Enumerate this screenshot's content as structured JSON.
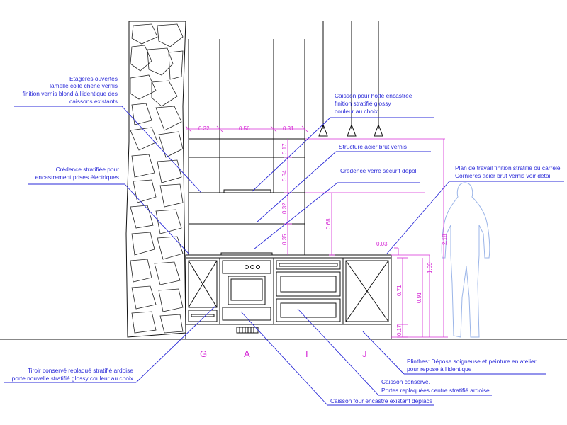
{
  "notes": {
    "etageres": [
      "Etagères ouvertes",
      "lamellé collé chêne vernis",
      "finition vernis blond à l'identique des",
      "caissons existants"
    ],
    "caisson_hotte": [
      "Caisson pour hotte encastrée",
      "finition stratifié glossy",
      "couleur au choix"
    ],
    "structure": [
      "Structure acier brut vernis"
    ],
    "credence_verre": [
      "Crédence verre sécurit dépoli"
    ],
    "credence_strat": [
      "Crédence stratifiée pour",
      "encastrement prises électriques"
    ],
    "plan_travail": [
      "Plan de travail finition stratifié ou carrelé",
      "Cornières acier brut vernis voir détail"
    ],
    "tiroir": [
      "Tiroir conservé replaqué stratifié ardoise",
      "porte nouvelle stratifié glossy couleur au choix"
    ],
    "plinthes": [
      "Plinthes: Dépose soigneuse et peinture en atelier",
      "pour repose à l'identique"
    ],
    "caisson_conserve": [
      "Caisson conservé.",
      "Portes replaquées centre stratifié ardoise"
    ],
    "caisson_four": [
      "Caisson four encastré existant déplacé"
    ]
  },
  "dimensions": {
    "w1": "0.32",
    "w2": "0.56",
    "w3": "0.31",
    "h1": "0.17",
    "h2": "0.34",
    "h3": "0.32",
    "h4": "0.35",
    "h_credence": "0.68",
    "h_plan": "0.03",
    "h_caisson": "0.71",
    "h_plinthe": "0.17",
    "h_91": "0.91",
    "h_159": "1.59",
    "h_218": "2.18"
  },
  "markers": [
    "G",
    "A",
    "I",
    "J"
  ]
}
